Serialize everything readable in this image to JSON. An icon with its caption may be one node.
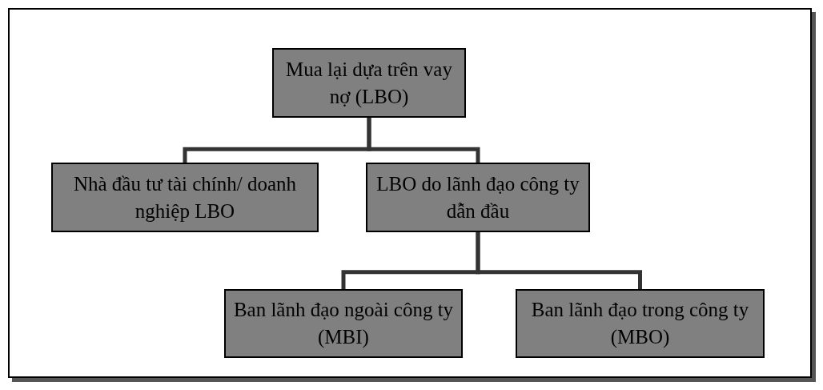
{
  "diagram": {
    "nodes": [
      {
        "text": [
          "Mua lại dựa trên vay nợ (LBO)"
        ]
      },
      {
        "text": [
          "Nhà đầu tư tài chính/ doanh nghiệp LBO"
        ]
      },
      {
        "text": [
          "LBO do lãnh đạo công ty dẫn đầu"
        ]
      },
      {
        "text": [
          "Ban lãnh đạo ngoài công ty (MBI)"
        ]
      },
      {
        "text": [
          "Ban lãnh đạo trong công ty (MBO)"
        ]
      }
    ],
    "edges": [
      {
        "from": 0,
        "to": 1,
        "arrow": "none"
      },
      {
        "from": 0,
        "to": 2,
        "arrow": "none"
      },
      {
        "from": 2,
        "to": 3,
        "arrow": "none"
      },
      {
        "from": 2,
        "to": 4,
        "arrow": "none"
      }
    ]
  }
}
